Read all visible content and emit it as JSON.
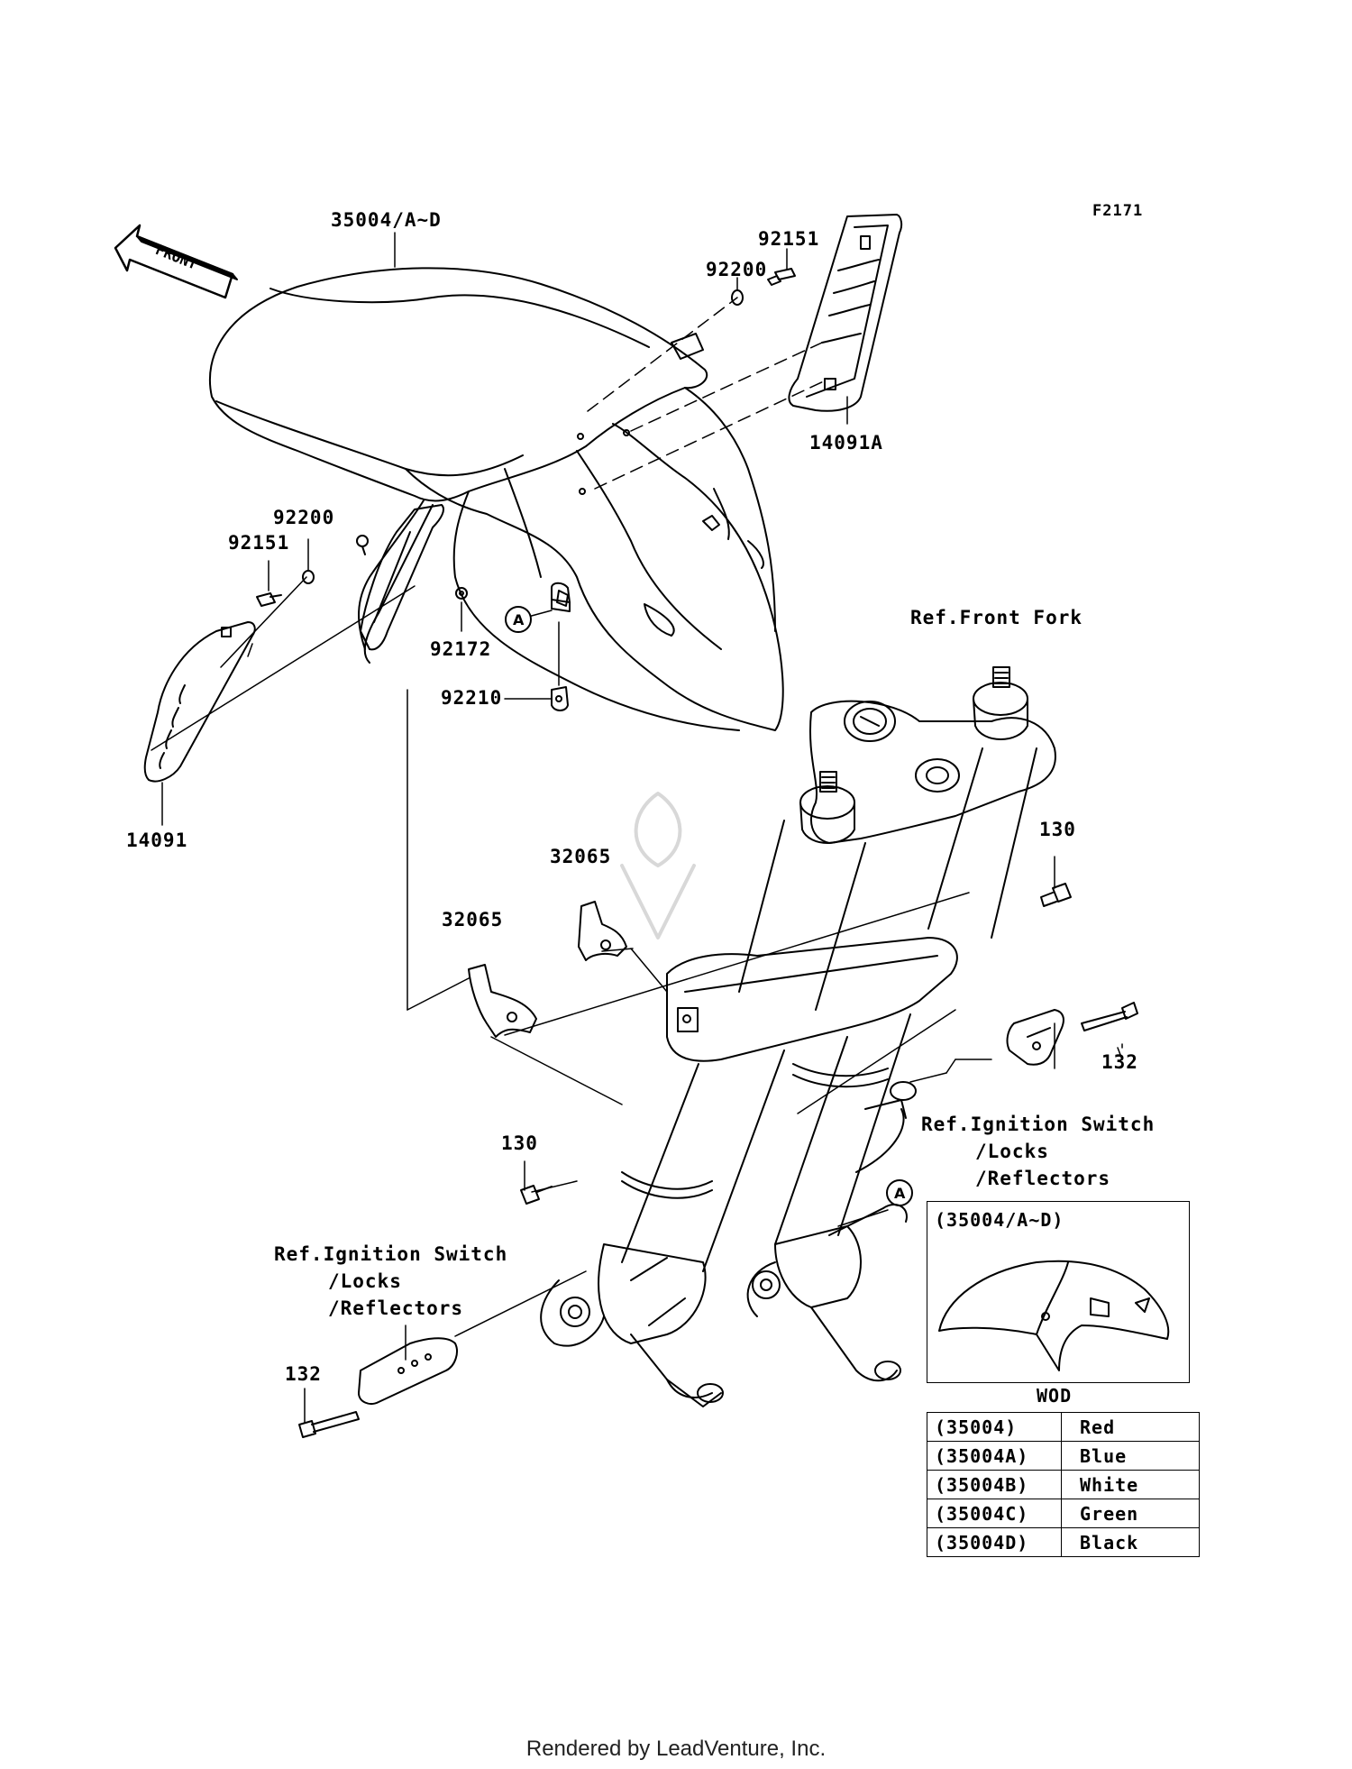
{
  "figure_code": "F2171",
  "direction_label": "FRONT",
  "callout_letter": "A",
  "part_labels": {
    "fender": "35004/A~D",
    "p92151_top": "92151",
    "p92200_top": "92200",
    "p14091A": "14091A",
    "p92200_left": "92200",
    "p92151_left": "92151",
    "p92172": "92172",
    "p92210": "92210",
    "p14091": "14091",
    "p32065_upper": "32065",
    "p32065_lower": "32065",
    "p130_right": "130",
    "p130_left": "130",
    "p132_right": "132",
    "p132_left": "132"
  },
  "references": {
    "front_fork": "Ref.Front Fork",
    "ignition_right": [
      "Ref.Ignition Switch",
      "/Locks",
      "/Reflectors"
    ],
    "ignition_left": [
      "Ref.Ignition Switch",
      "/Locks",
      "/Reflectors"
    ]
  },
  "inset": {
    "title": "(35004/A~D)",
    "caption": "WOD"
  },
  "color_table": [
    {
      "code": "(35004)",
      "color": "Red"
    },
    {
      "code": "(35004A)",
      "color": "Blue"
    },
    {
      "code": "(35004B)",
      "color": "White"
    },
    {
      "code": "(35004C)",
      "color": "Green"
    },
    {
      "code": "(35004D)",
      "color": "Black"
    }
  ],
  "footer": "Rendered by LeadVenture, Inc."
}
